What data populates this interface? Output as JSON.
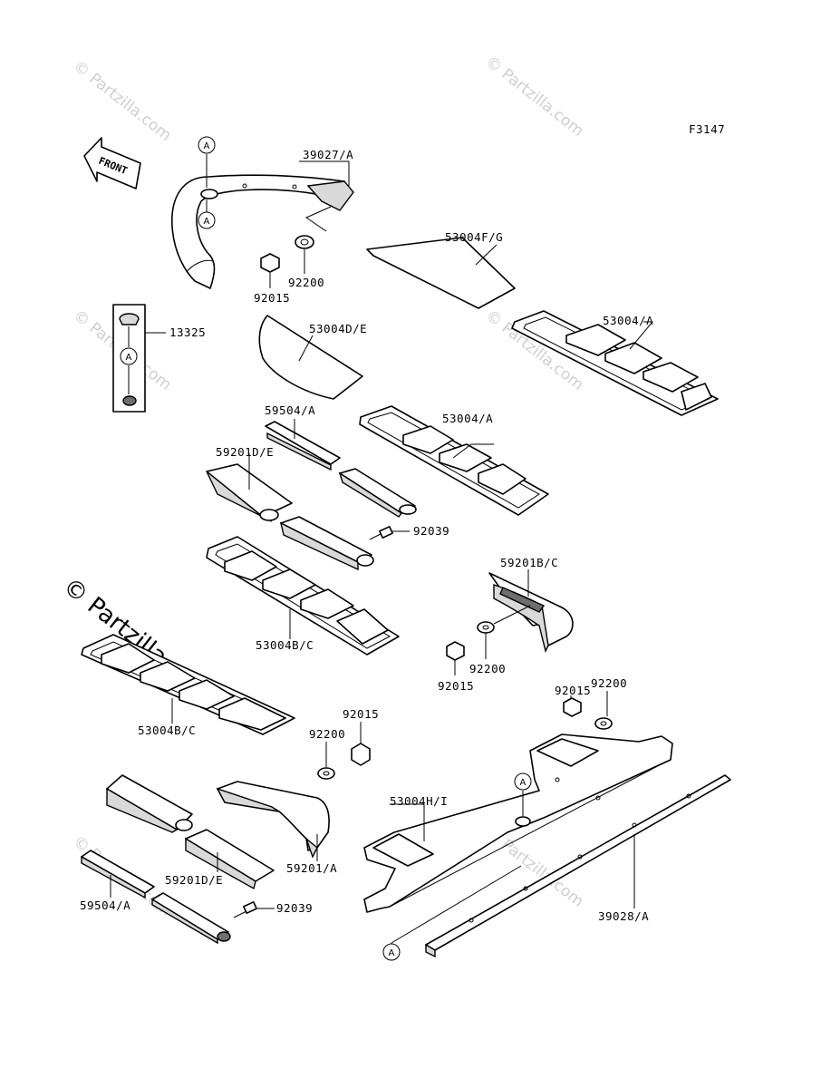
{
  "figure_code": "F3147",
  "front_label": "FRONT",
  "callout_letter": "A",
  "watermark": "© Partzilla.com",
  "parts": {
    "p39027a": "39027/A",
    "p92200_top": "92200",
    "p92015_top": "92015",
    "p53004fg": "53004F/G",
    "p13325": "13325",
    "p53004de": "53004D/E",
    "p53004a_right": "53004/A",
    "p59504a_top": "59504/A",
    "p53004a_mid": "53004/A",
    "p59201de_top": "59201D/E",
    "p92039_top": "92039",
    "p59201bc": "59201B/C",
    "p53004bc_mid": "53004B/C",
    "p92200_mid": "92200",
    "p92015_mid": "92015",
    "p92015_right": "92015",
    "p92200_right": "92200",
    "p53004bc_left": "53004B/C",
    "p92015_low": "92015",
    "p92200_low": "92200",
    "p53004hi": "53004H/I",
    "p59201a": "59201/A",
    "p59201de_low": "59201D/E",
    "p59504a_low": "59504/A",
    "p92039_low": "92039",
    "p39028a": "39028/A"
  }
}
